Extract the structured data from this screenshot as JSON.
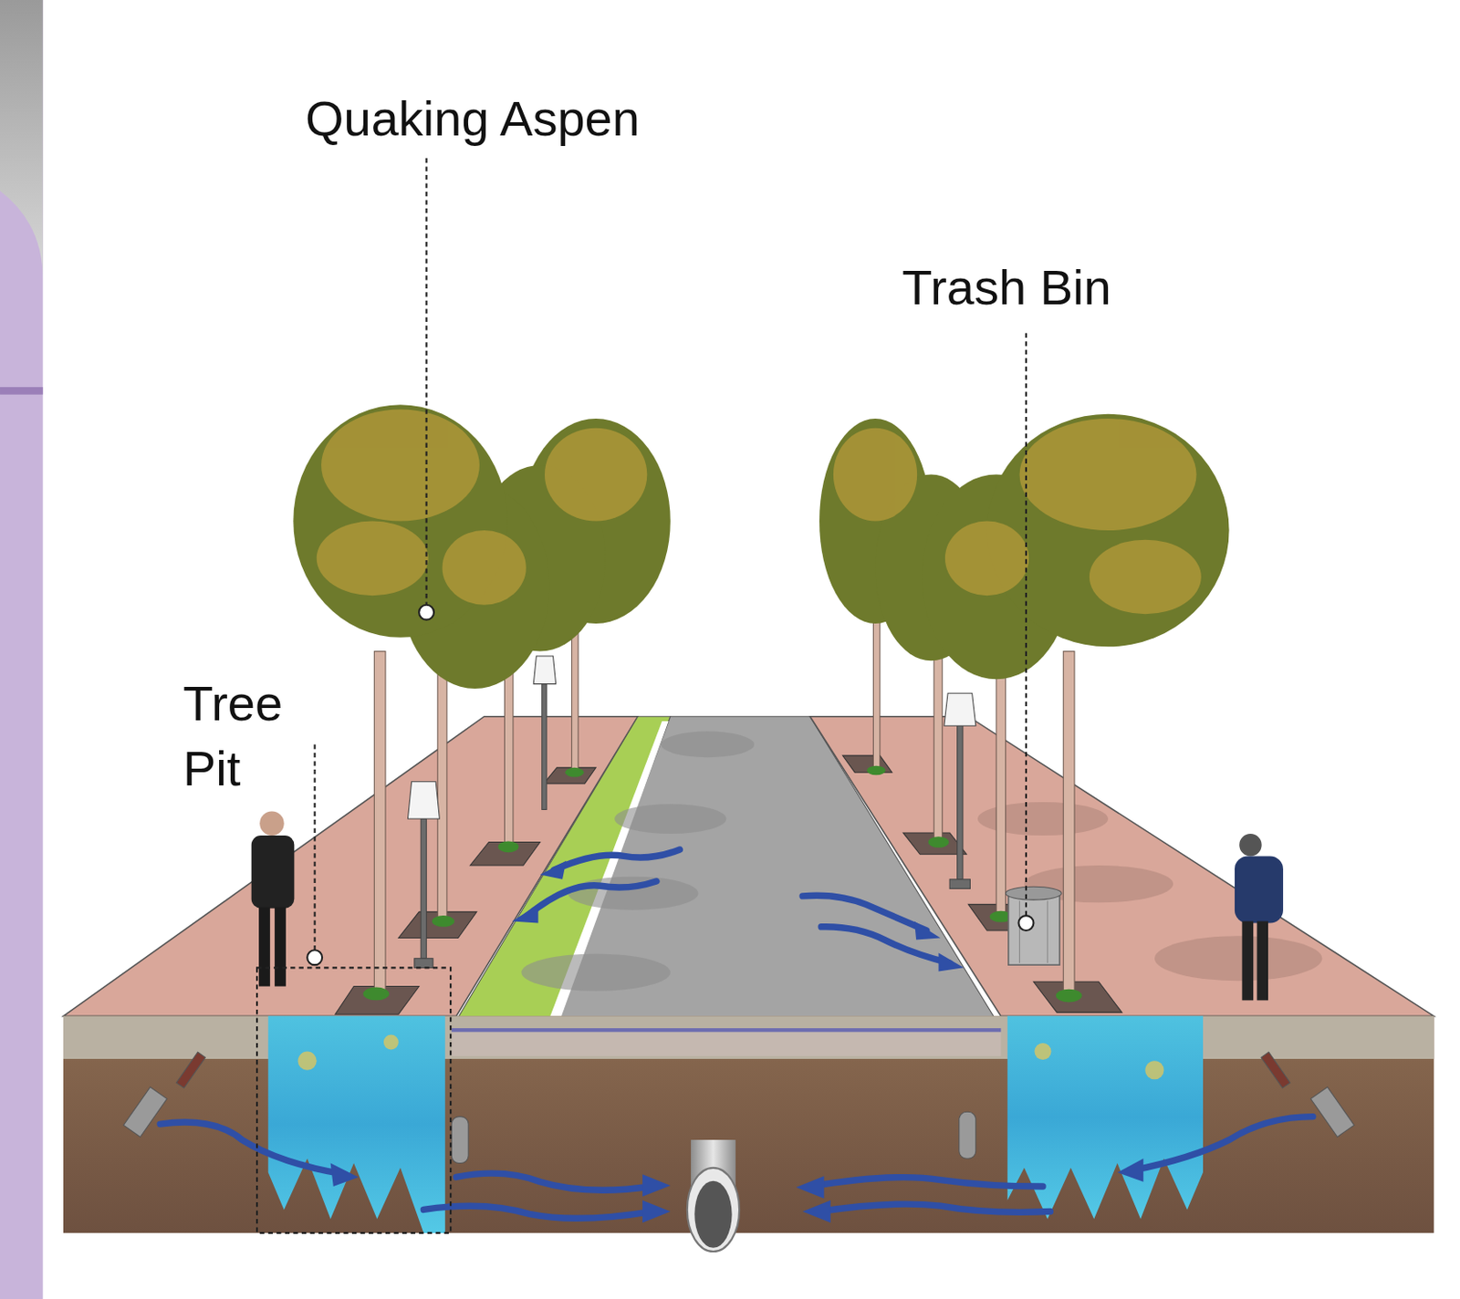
{
  "diagram": {
    "labels": [
      "Quaking Aspen",
      "Trash Bin",
      "Tree Pit"
    ]
  }
}
